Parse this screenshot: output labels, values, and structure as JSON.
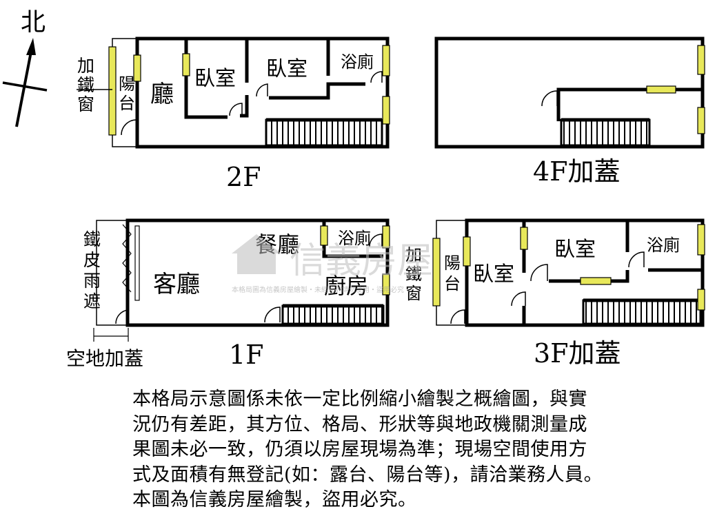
{
  "compass": {
    "north": "北"
  },
  "floors": {
    "f2": {
      "caption": "2F",
      "side_label": [
        "加",
        "鐵",
        "窗"
      ],
      "balcony": [
        "陽",
        "台"
      ],
      "hall": [
        "廳"
      ],
      "bedroom_a": "臥室",
      "bedroom_b": "臥室",
      "bath": "浴廁"
    },
    "f4": {
      "caption": "4F加蓋"
    },
    "f1": {
      "caption": "1F",
      "canopy": [
        "鐵",
        "皮",
        "雨",
        "遮"
      ],
      "yard": "空地加蓋",
      "living": "客廳",
      "dining": "餐廳",
      "bath": "浴廁",
      "kitchen": "廚房"
    },
    "f3": {
      "caption": "3F加蓋",
      "side_label": [
        "加",
        "鐵",
        "窗"
      ],
      "balcony": [
        "陽",
        "台"
      ],
      "bedroom_a": "臥室",
      "bedroom_b": "臥室",
      "bath": "浴廁"
    }
  },
  "watermark": {
    "brand": "信義房屋",
    "subtitle": "本格局圖為信義房屋繪製‧未經允許請勿使用‧盜用必究"
  },
  "disclaimer": [
    "本格局示意圖係未依一定比例縮小繪製之概繪圖，與實",
    "況仍有差距，其方位、格局、形狀等與地政機關測量成",
    "果圖未必一致，仍須以房屋現場為準；現場空間使用方",
    "式及面積有無登記(如：露台、陽台等)，請洽業務人員。",
    "本圖為信義房屋繪製，盜用必究。"
  ],
  "colors": {
    "wall": "#000000",
    "window": "#e8e85a",
    "watermark": "#bcbcbc"
  }
}
